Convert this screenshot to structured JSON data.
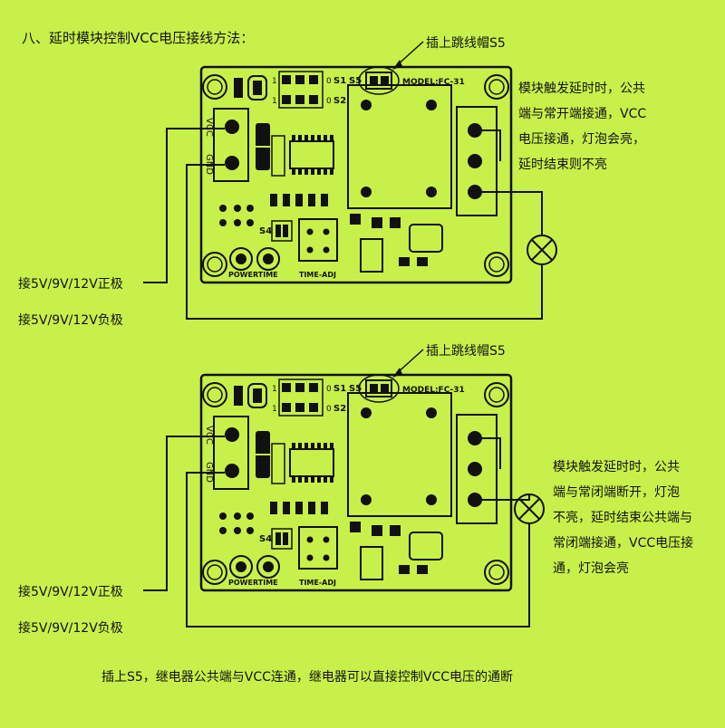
{
  "colors": {
    "background": "#c8f04a",
    "ink": "#111111"
  },
  "title": "八、延时模块控制VCC电压接线方法：",
  "diagrams": [
    {
      "callout": "插上跳线帽S5",
      "board": {
        "model": "MODEL:FC-31",
        "s1": "S1",
        "s2": "S2",
        "s4": "S4",
        "s5": "S5",
        "vcc": "VCC",
        "gnd": "GND",
        "pin_1": "1",
        "pin_0": "0",
        "powertime": "POWERTIME",
        "timeadj": "TIME-ADJ"
      },
      "desc_lines": [
        "模块触发延时时，公共",
        "端与常开端接通，VCC",
        "电压接通，灯泡会亮，",
        "延时结束则不亮"
      ],
      "label_pos": "接5V/9V/12V正极",
      "label_neg": "接5V/9V/12V负极"
    },
    {
      "callout": "插上跳线帽S5",
      "board": {
        "model": "MODEL:FC-31",
        "s1": "S1",
        "s2": "S2",
        "s4": "S4",
        "s5": "S5",
        "vcc": "VCC",
        "gnd": "GND",
        "pin_1": "1",
        "pin_0": "0",
        "powertime": "POWERTIME",
        "timeadj": "TIME-ADJ"
      },
      "desc_lines": [
        "模块触发延时时，公共",
        "端与常闭端断开，灯泡",
        "不亮，延时结束公共端与",
        "常闭端接通，VCC电压接",
        "通，灯泡会亮"
      ],
      "label_pos": "接5V/9V/12V正极",
      "label_neg": "接5V/9V/12V负极"
    }
  ],
  "footer": "插上S5，继电器公共端与VCC连通，继电器可以直接控制VCC电压的通断"
}
